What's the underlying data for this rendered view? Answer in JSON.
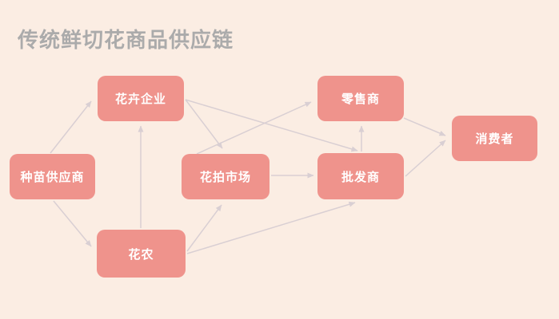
{
  "title": "传统鲜切花商品供应链",
  "diagram": {
    "nodes": [
      {
        "id": "seedling-supplier",
        "label": "种苗供应商"
      },
      {
        "id": "flower-enterprise",
        "label": "花卉企业"
      },
      {
        "id": "flower-farmer",
        "label": "花农"
      },
      {
        "id": "flower-auction-market",
        "label": "花拍市场"
      },
      {
        "id": "wholesaler",
        "label": "批发商"
      },
      {
        "id": "retailer",
        "label": "零售商"
      },
      {
        "id": "consumer",
        "label": "消费者"
      }
    ],
    "edges": [
      {
        "from": "种苗供应商",
        "to": "花卉企业"
      },
      {
        "from": "种苗供应商",
        "to": "花农"
      },
      {
        "from": "花农",
        "to": "花卉企业"
      },
      {
        "from": "花农",
        "to": "花拍市场"
      },
      {
        "from": "花农",
        "to": "批发商"
      },
      {
        "from": "花卉企业",
        "to": "花拍市场"
      },
      {
        "from": "花卉企业",
        "to": "批发商"
      },
      {
        "from": "花拍市场",
        "to": "零售商"
      },
      {
        "from": "花拍市场",
        "to": "批发商"
      },
      {
        "from": "批发商",
        "to": "零售商"
      },
      {
        "from": "零售商",
        "to": "消费者"
      },
      {
        "from": "批发商",
        "to": "消费者"
      }
    ],
    "colors": {
      "background": "#FBEDE3",
      "node_fill": "#EF938C",
      "node_text": "#FFFFFF",
      "title_text": "#ABABAB",
      "arrow": "#D9CFD3"
    }
  }
}
